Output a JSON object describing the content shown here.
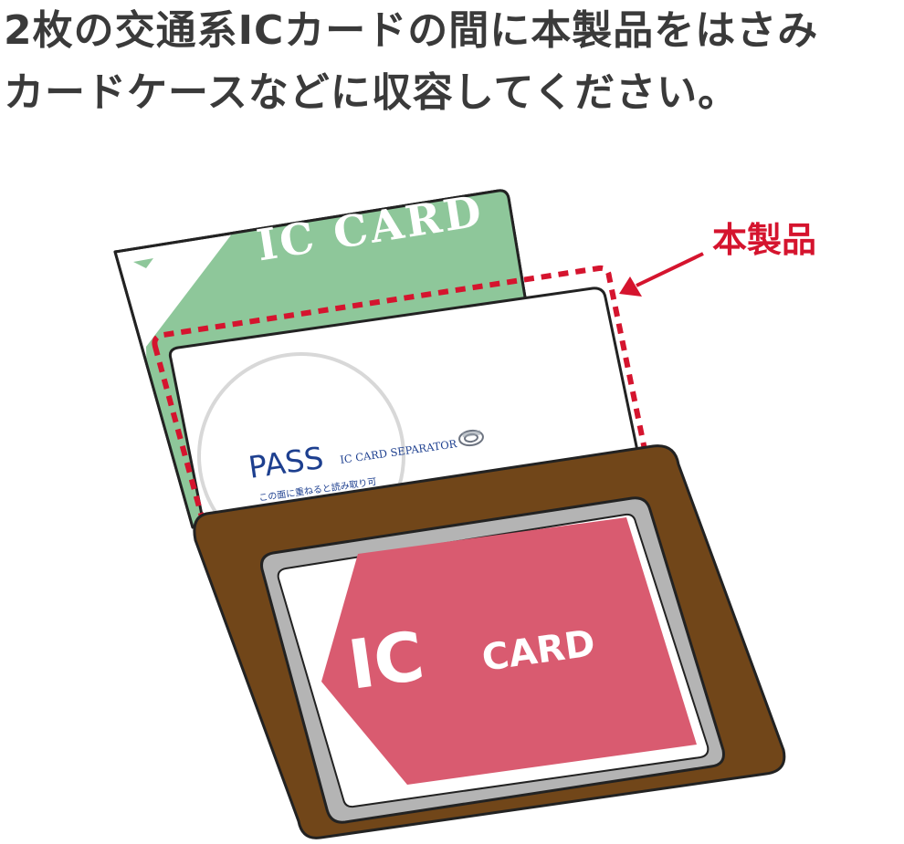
{
  "heading": {
    "line1": "2枚の交通系ICカードの間に本製品をはさみ",
    "line2": "カードケースなどに収容してください。"
  },
  "callout": {
    "label": "本製品"
  },
  "back_card": {
    "text": "IC CARD"
  },
  "separator_card": {
    "brand": "PASS",
    "product": "IC CARD SEPARATOR",
    "note": "この面に重ねると読み取り可"
  },
  "front_card": {
    "text_big": "IC",
    "text_small": "CARD"
  },
  "colors": {
    "green_card": "#8ec79a",
    "brand_blue": "#1d3f8f",
    "dash_red": "#d5142e",
    "case_brown": "#714619",
    "window_gray": "#b4b4b4",
    "front_card_pink": "#d95b70"
  }
}
